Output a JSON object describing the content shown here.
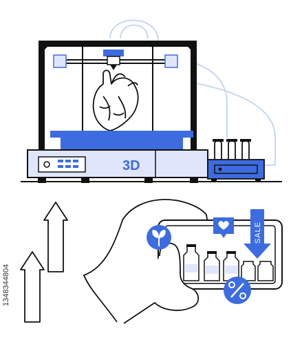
{
  "printer": {
    "label": "3D"
  },
  "phone": {
    "sale_badge": "SALE"
  },
  "stock_id": "1348344804",
  "colors": {
    "accent": "#3d6ce0",
    "accent_light": "#dfe6fb",
    "line": "#111111",
    "pale_line": "#c9d6f3"
  },
  "icons": {
    "model": "heart-model-icon",
    "nozzle": "printer-nozzle-icon",
    "leaf": "sprout-icon",
    "like": "heart-icon",
    "discount": "percent-icon",
    "arrows": "up-arrow-icon"
  }
}
